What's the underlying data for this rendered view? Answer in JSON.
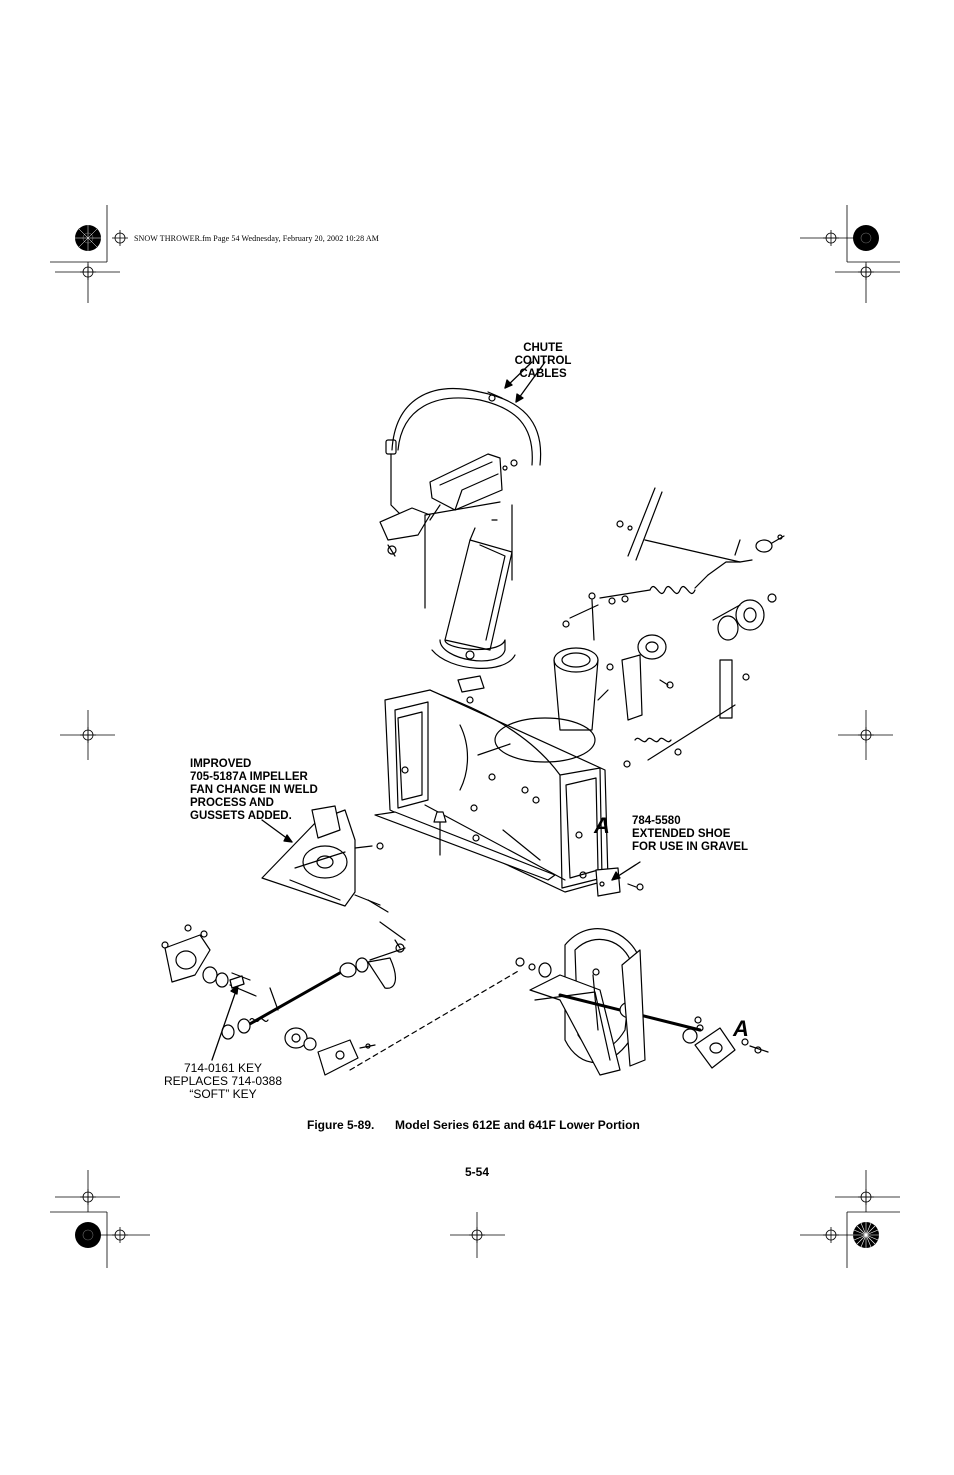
{
  "header": {
    "file_line": "SNOW THROWER.fm  Page 54  Wednesday, February 20, 2002  10:28 AM"
  },
  "callouts": {
    "chute_control": "CHUTE CONTROL\nCABLES",
    "impeller": "IMPROVED\n705-5187A IMPELLER\nFAN CHANGE IN WELD\nPROCESS AND\nGUSSETS ADDED.",
    "shoe": "784-5580\nEXTENDED SHOE\nFOR USE IN GRAVEL",
    "key": "714-0161 KEY\nREPLACES 714-0388\n“SOFT” KEY",
    "letter_a_housing": "A",
    "letter_a_auger": "A"
  },
  "caption": {
    "label": "Figure 5-89.",
    "title": "Model Series 612E and 641F Lower Portion"
  },
  "page_number": "5-54"
}
